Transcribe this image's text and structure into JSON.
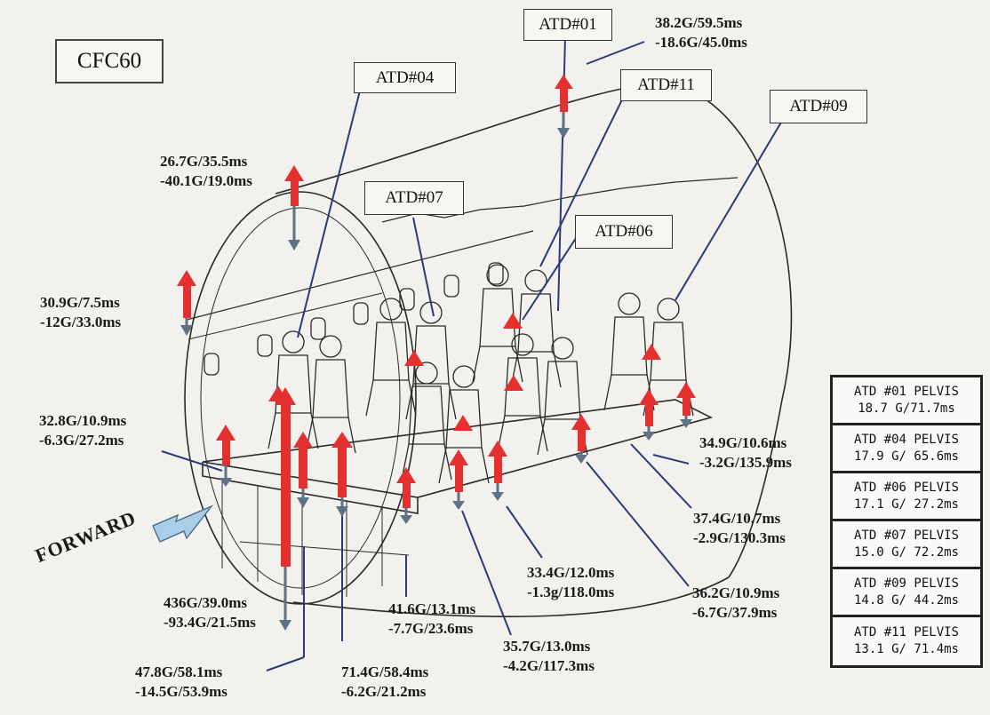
{
  "cfc_label": "CFC60",
  "forward_label": "FORWARD",
  "atd_labels": {
    "atd01": "ATD#01",
    "atd04": "ATD#04",
    "atd11": "ATD#11",
    "atd09": "ATD#09",
    "atd07": "ATD#07",
    "atd06": "ATD#06"
  },
  "measurements": {
    "ceiling": {
      "line1": "38.2G/59.5ms",
      "line2": "-18.6G/45.0ms"
    },
    "upper_frame": {
      "line1": "26.7G/35.5ms",
      "line2": "-40.1G/19.0ms"
    },
    "bin": {
      "line1": "30.9G/7.5ms",
      "line2": "-12G/33.0ms"
    },
    "sidewall": {
      "line1": "32.8G/10.9ms",
      "line2": "-6.3G/27.2ms"
    },
    "rear_floor": {
      "line1": "34.9G/10.6ms",
      "line2": "-3.2G/135.9ms"
    },
    "rear_rail": {
      "line1": "37.4G/10.7ms",
      "line2": "-2.9G/130.3ms"
    },
    "mid_rail": {
      "line1": "33.4G/12.0ms",
      "line2": "-1.3g/118.0ms"
    },
    "aft_rail": {
      "line1": "36.2G/10.9ms",
      "line2": "-6.7G/37.9ms"
    },
    "center_floor": {
      "line1": "41.6G/13.1ms",
      "line2": "-7.7G/23.6ms"
    },
    "cargo_front": {
      "line1": "436G/39.0ms",
      "line2": "-93.4G/21.5ms"
    },
    "center_rail": {
      "line1": "35.7G/13.0ms",
      "line2": "-4.2G/117.3ms"
    },
    "lower_left": {
      "line1": "47.8G/58.1ms",
      "line2": "-14.5G/53.9ms"
    },
    "lower_center": {
      "line1": "71.4G/58.4ms",
      "line2": "-6.2G/21.2ms"
    }
  },
  "pelvis_table": [
    {
      "title": "ATD #01 PELVIS",
      "value": "18.7 G/71.7ms"
    },
    {
      "title": "ATD #04 PELVIS",
      "value": "17.9 G/ 65.6ms"
    },
    {
      "title": "ATD #06 PELVIS",
      "value": "17.1 G/ 27.2ms"
    },
    {
      "title": "ATD #07 PELVIS",
      "value": "15.0 G/ 72.2ms"
    },
    {
      "title": "ATD #09 PELVIS",
      "value": "14.8 G/ 44.2ms"
    },
    {
      "title": "ATD #11 PELVIS",
      "value": "13.1 G/ 71.4ms"
    }
  ],
  "colors": {
    "arrow_up": "#e53030",
    "arrow_down": "#5f7184",
    "leader": "#2e3a78",
    "forward_arrow": "#a9cfe8",
    "line_art": "#2a2a2a"
  }
}
